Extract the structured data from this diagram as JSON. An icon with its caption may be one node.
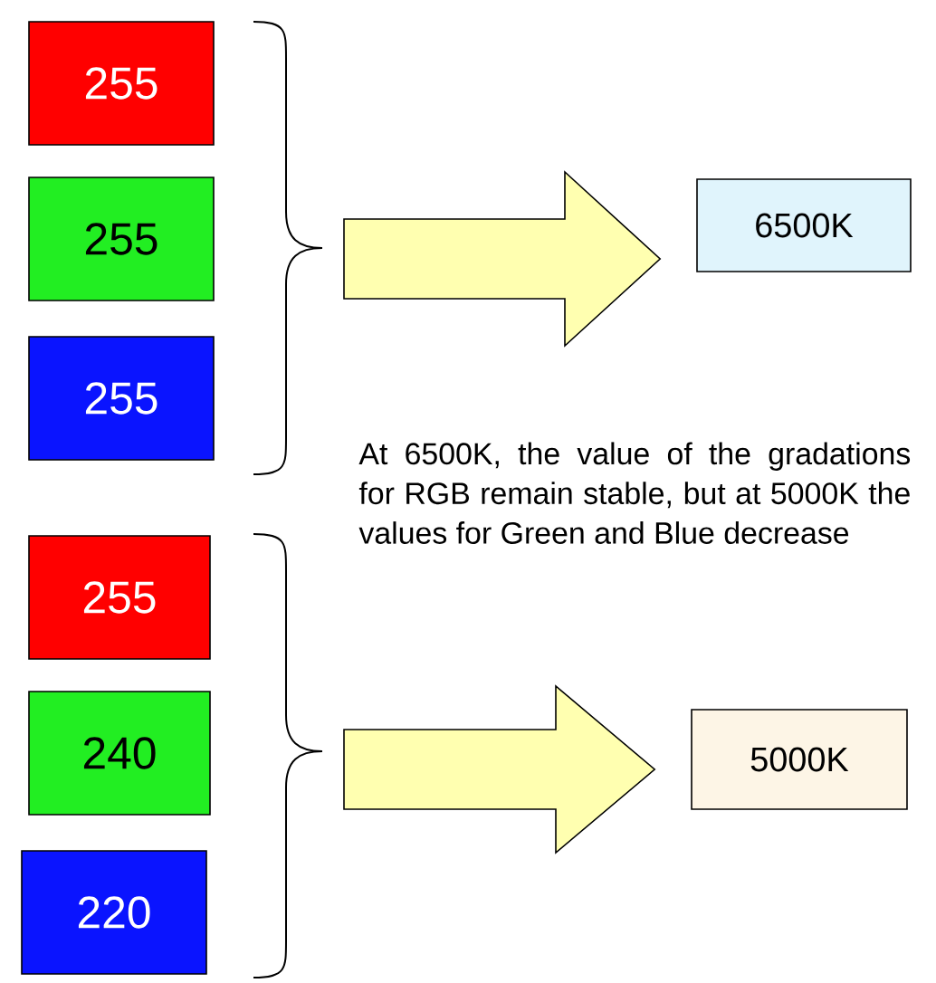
{
  "diagram": {
    "nodes": [
      {
        "text": [
          "255"
        ]
      },
      {
        "text": [
          "255"
        ]
      },
      {
        "text": [
          "255"
        ]
      },
      {
        "text": [
          "6500K"
        ]
      },
      {
        "text": [
          "255"
        ]
      },
      {
        "text": [
          "240"
        ]
      },
      {
        "text": [
          "220"
        ]
      },
      {
        "text": [
          "5000K"
        ]
      }
    ],
    "edges": [
      {
        "from": null,
        "to": 3,
        "arrow": "to"
      },
      {
        "from": null,
        "to": 7,
        "arrow": "to"
      }
    ],
    "labels": [
      "At 6500K, the value of the gradations for RGB remain stable, but at 5000K the values for Green and Blue decrease"
    ]
  }
}
